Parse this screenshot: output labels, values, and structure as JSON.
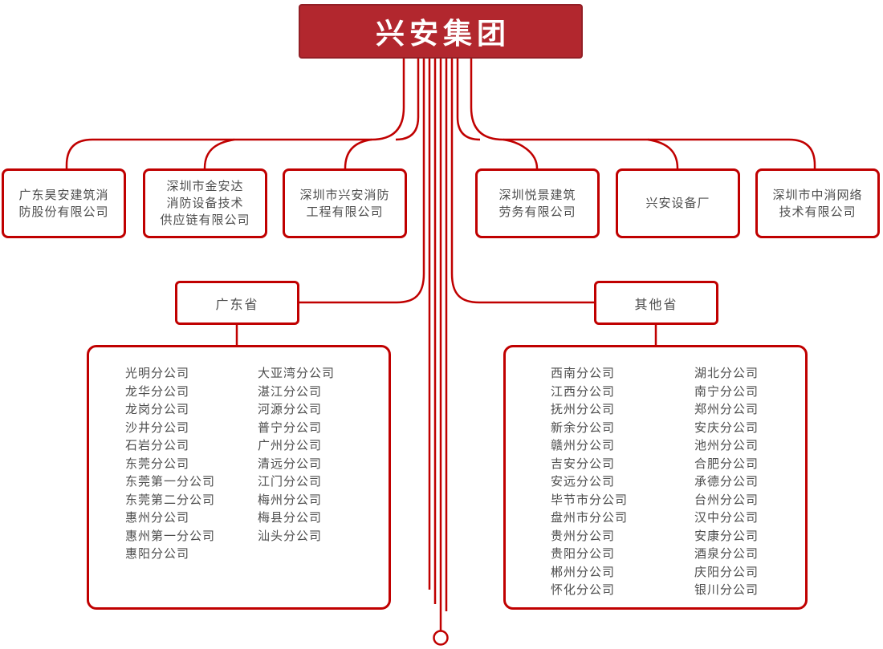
{
  "title": {
    "label": "兴安集团"
  },
  "companies": [
    {
      "label": "广东昊安建筑消\n防股份有限公司"
    },
    {
      "label": "深圳市金安达\n消防设备技术\n供应链有限公司"
    },
    {
      "label": "深圳市兴安消防\n工程有限公司"
    },
    {
      "label": "深圳悦景建筑\n劳务有限公司"
    },
    {
      "label": "兴安设备厂"
    },
    {
      "label": "深圳市中消网络\n技术有限公司"
    }
  ],
  "regions": [
    {
      "label": "广东省",
      "branches_col1": [
        "光明分公司",
        "龙华分公司",
        "龙岗分公司",
        "沙井分公司",
        "石岩分公司",
        "东莞分公司",
        "东莞第一分公司",
        "东莞第二分公司",
        "惠州分公司",
        "惠州第一分公司",
        "惠阳分公司"
      ],
      "branches_col2": [
        "大亚湾分公司",
        "湛江分公司",
        "河源分公司",
        "普宁分公司",
        "广州分公司",
        "清远分公司",
        "江门分公司",
        "梅州分公司",
        "梅县分公司",
        "汕头分公司"
      ]
    },
    {
      "label": "其他省",
      "branches_col1": [
        "西南分公司",
        "江西分公司",
        "抚州分公司",
        "新余分公司",
        "赣州分公司",
        "吉安分公司",
        "安远分公司",
        "毕节市分公司",
        "盘州市分公司",
        "贵州分公司",
        "贵阳分公司",
        "郴州分公司",
        "怀化分公司"
      ],
      "branches_col2": [
        "湖北分公司",
        "南宁分公司",
        "郑州分公司",
        "安庆分公司",
        "池州分公司",
        "合肥分公司",
        "承德分公司",
        "台州分公司",
        "汉中分公司",
        "安康分公司",
        "酒泉分公司",
        "庆阳分公司",
        "银川分公司"
      ]
    }
  ],
  "colors": {
    "line": "#c00000",
    "node_fill": "#b2272e",
    "node_border": "#931f26",
    "text": "#4d4d4d",
    "title_text": "#ffffff"
  }
}
